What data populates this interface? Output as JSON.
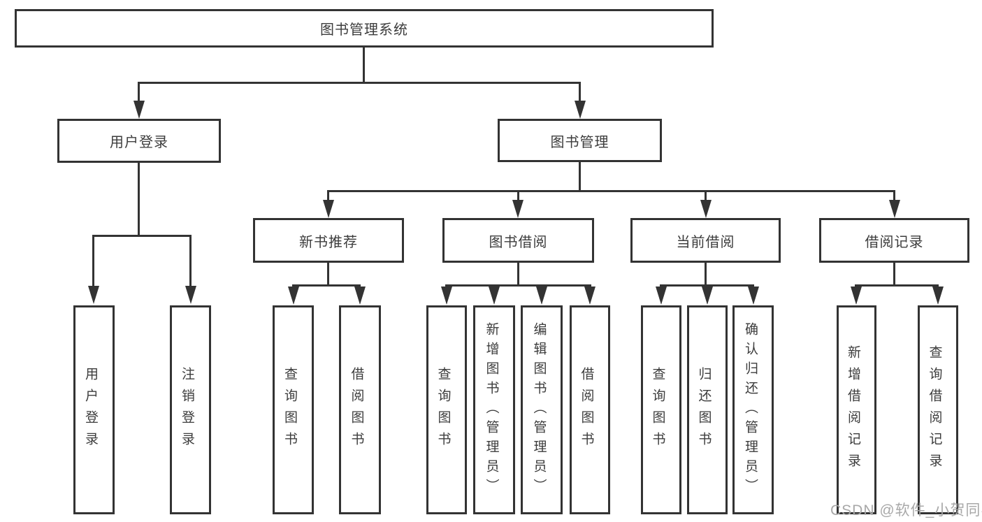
{
  "colors": {
    "line": "#333333",
    "text": "#3c3c3c",
    "background": "#ffffff",
    "watermark": "#a8a8a8"
  },
  "watermark": {
    "text": "CSDN @软件_小贺同学"
  },
  "tree": {
    "label": "图书管理系统",
    "children": [
      {
        "label": "用户登录",
        "children": [
          {
            "label": "用户登录"
          },
          {
            "label": "注销登录"
          }
        ]
      },
      {
        "label": "图书管理",
        "children": [
          {
            "label": "新书推荐",
            "children": [
              {
                "label": "查询图书"
              },
              {
                "label": "借阅图书"
              }
            ]
          },
          {
            "label": "图书借阅",
            "children": [
              {
                "label": "查询图书"
              },
              {
                "label": "新增图书（管理员）"
              },
              {
                "label": "编辑图书（管理员）"
              },
              {
                "label": "借阅图书"
              }
            ]
          },
          {
            "label": "当前借阅",
            "children": [
              {
                "label": "查询图书"
              },
              {
                "label": "归还图书"
              },
              {
                "label": "确认归还（管理员）"
              }
            ]
          },
          {
            "label": "借阅记录",
            "children": [
              {
                "label": "新增借阅记录"
              },
              {
                "label": "查询借阅记录"
              }
            ]
          }
        ]
      }
    ]
  }
}
